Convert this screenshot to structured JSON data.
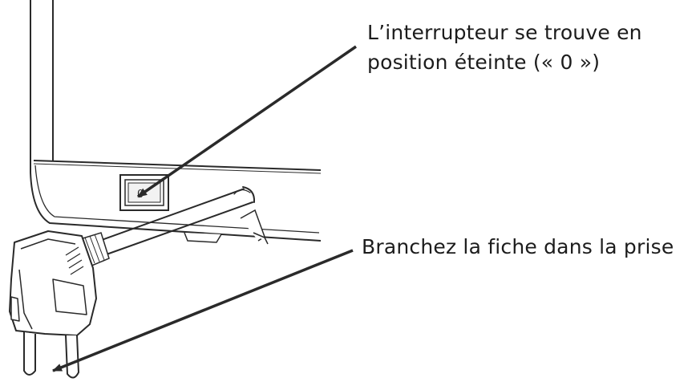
{
  "diagram": {
    "annotations": [
      {
        "lines": [
          "L’interrupteur se trouve en",
          "position éteinte (« 0 »)"
        ],
        "target": "power-switch"
      },
      {
        "lines": [
          "Branchez la fiche dans la prise"
        ],
        "target": "power-plug"
      }
    ],
    "switch_symbol": "0"
  },
  "colors": {
    "line": "#2a2a2a",
    "text": "#1c1c1c",
    "background": "#ffffff"
  }
}
